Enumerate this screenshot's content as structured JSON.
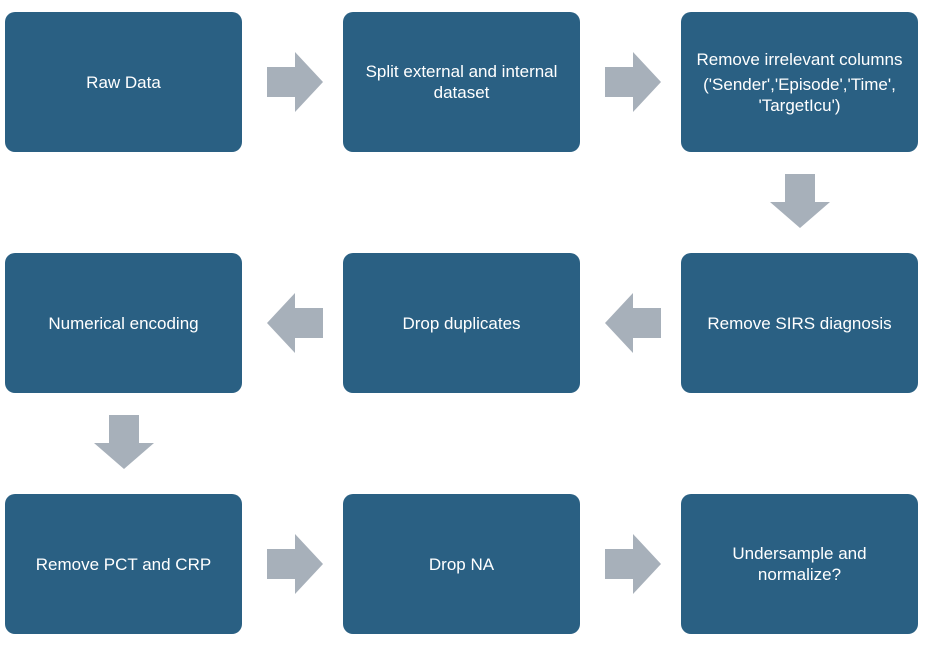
{
  "colors": {
    "box_fill": "#2a6083",
    "box_text": "#ffffff",
    "arrow_fill": "#a7b0ba"
  },
  "steps": [
    {
      "label": "Raw Data"
    },
    {
      "label": "Split external and internal dataset"
    },
    {
      "label": "Remove irrelevant columns",
      "detail": "('Sender','Episode','Time', 'TargetIcu')"
    },
    {
      "label": "Remove SIRS diagnosis"
    },
    {
      "label": "Drop duplicates"
    },
    {
      "label": "Numerical encoding"
    },
    {
      "label": "Remove PCT and CRP"
    },
    {
      "label": "Drop NA"
    },
    {
      "label": "Undersample and normalize?"
    }
  ]
}
